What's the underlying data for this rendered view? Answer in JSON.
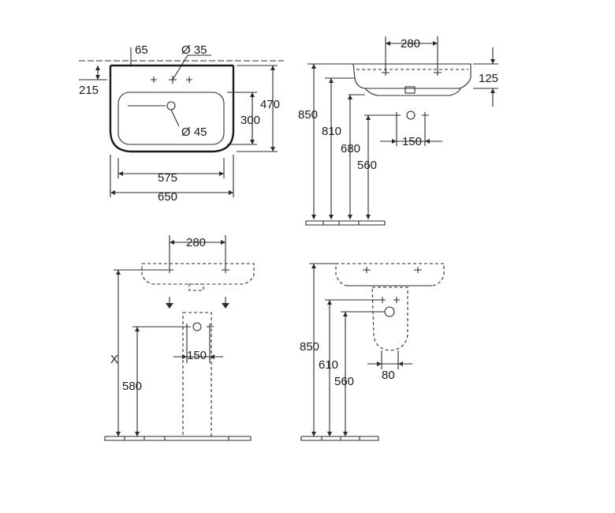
{
  "views": {
    "top": {
      "d_offset": "65",
      "d_tap_hole": "Ø 35",
      "d_depth_tap": "215",
      "d_depth_total": "470",
      "d_bowl_depth": "300",
      "d_waste": "Ø 45",
      "d_bowl_width": "575",
      "d_total_width": "650"
    },
    "side": {
      "d_basin_width": "280",
      "d_basin_height": "125",
      "d_rim_height": "850",
      "d_underside_height": "810",
      "d_supply_height": "680",
      "d_waste_height": "560",
      "d_supply_spacing": "150"
    },
    "front_pedestal": {
      "d_basin_width": "280",
      "d_variable_height": "X",
      "d_supply_spacing": "150",
      "d_supply_height": "580"
    },
    "side_pedestal": {
      "d_rim_height": "850",
      "d_supply_height": "610",
      "d_waste_height": "560",
      "d_pedestal_width": "80"
    }
  }
}
